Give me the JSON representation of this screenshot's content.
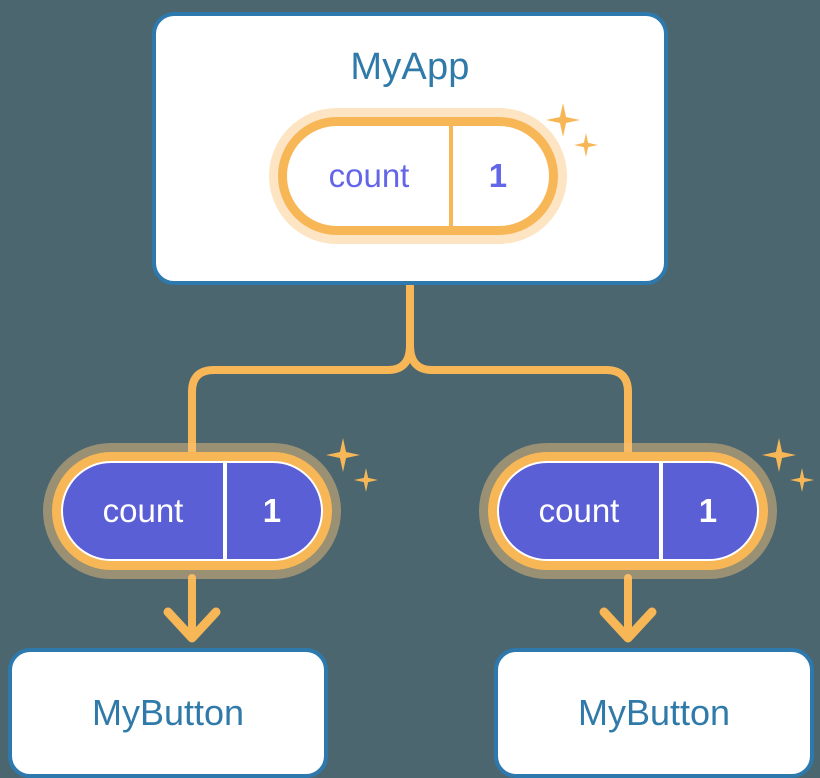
{
  "background_color": "#4c6670",
  "colors": {
    "card_border": "#2d79ad",
    "title_text": "#2f7aa8",
    "signal_border": "#f7b757",
    "signal_halo": "#fac47b",
    "signal_fill": "#5b5fd6",
    "signal_text_light": "#6366e8",
    "signal_text_on_fill": "#ffffff",
    "connector": "#f7b757"
  },
  "app": {
    "title": "MyApp",
    "signal": {
      "name": "count",
      "value": "1",
      "style": "outline",
      "sparkle_icons": [
        "sparkle-large-icon",
        "sparkle-small-icon"
      ]
    }
  },
  "children": [
    {
      "signal": {
        "name": "count",
        "value": "1",
        "style": "filled",
        "sparkle_icons": [
          "sparkle-large-icon",
          "sparkle-small-icon"
        ]
      },
      "arrow_icon": "arrow-down-icon",
      "component": {
        "label": "MyButton"
      }
    },
    {
      "signal": {
        "name": "count",
        "value": "1",
        "style": "filled",
        "sparkle_icons": [
          "sparkle-large-icon",
          "sparkle-small-icon"
        ]
      },
      "arrow_icon": "arrow-down-icon",
      "component": {
        "label": "MyButton"
      }
    }
  ],
  "connectors": {
    "icon": "branch-connector-icon",
    "description": "orange line from app card branching to both child signals"
  }
}
